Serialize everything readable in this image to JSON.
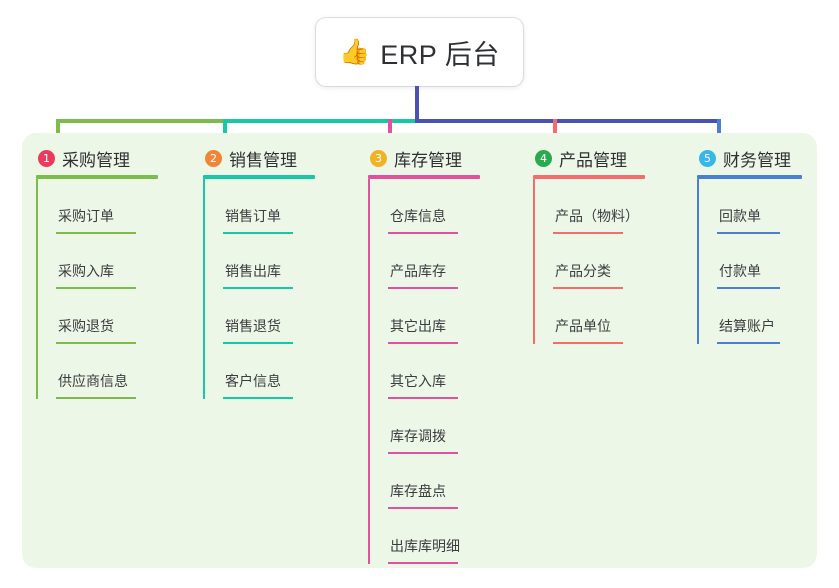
{
  "root": {
    "icon": "thumbs-up-icon",
    "emoji": "👍",
    "title": "ERP 后台"
  },
  "palette": {
    "panel_background": "#edf7e7",
    "page_background": "#ffffff",
    "stem": "#4a51b5",
    "text": "#2f3034"
  },
  "connector": {
    "segments": [
      {
        "color": "#7cbb4c"
      },
      {
        "color": "#16c7a8"
      },
      {
        "color": "#4a51b5"
      },
      {
        "color": "#4a51b5"
      }
    ]
  },
  "columns": [
    {
      "index": "1",
      "title": "采购管理",
      "color": "#7cbb4c",
      "badge_color": "#ec3a5e",
      "items": [
        {
          "label": "采购订单"
        },
        {
          "label": "采购入库"
        },
        {
          "label": "采购退货"
        },
        {
          "label": "供应商信息"
        }
      ]
    },
    {
      "index": "2",
      "title": "销售管理",
      "color": "#16c7a8",
      "badge_color": "#f08437",
      "items": [
        {
          "label": "销售订单"
        },
        {
          "label": "销售出库"
        },
        {
          "label": "销售退货"
        },
        {
          "label": "客户信息"
        }
      ]
    },
    {
      "index": "3",
      "title": "库存管理",
      "color": "#e0529f",
      "badge_color": "#f0b323",
      "items": [
        {
          "label": "仓库信息"
        },
        {
          "label": "产品库存"
        },
        {
          "label": "其它出库"
        },
        {
          "label": "其它入库"
        },
        {
          "label": "库存调拨"
        },
        {
          "label": "库存盘点"
        },
        {
          "label": "出库库明细"
        }
      ]
    },
    {
      "index": "4",
      "title": "产品管理",
      "color": "#f56c6c",
      "badge_color": "#2aaa4e",
      "items": [
        {
          "label": "产品（物料）"
        },
        {
          "label": "产品分类"
        },
        {
          "label": "产品单位"
        }
      ]
    },
    {
      "index": "5",
      "title": "财务管理",
      "color": "#4a7fd4",
      "badge_color": "#35b7ea",
      "items": [
        {
          "label": "回款单"
        },
        {
          "label": "付款单"
        },
        {
          "label": "结算账户"
        }
      ]
    }
  ]
}
